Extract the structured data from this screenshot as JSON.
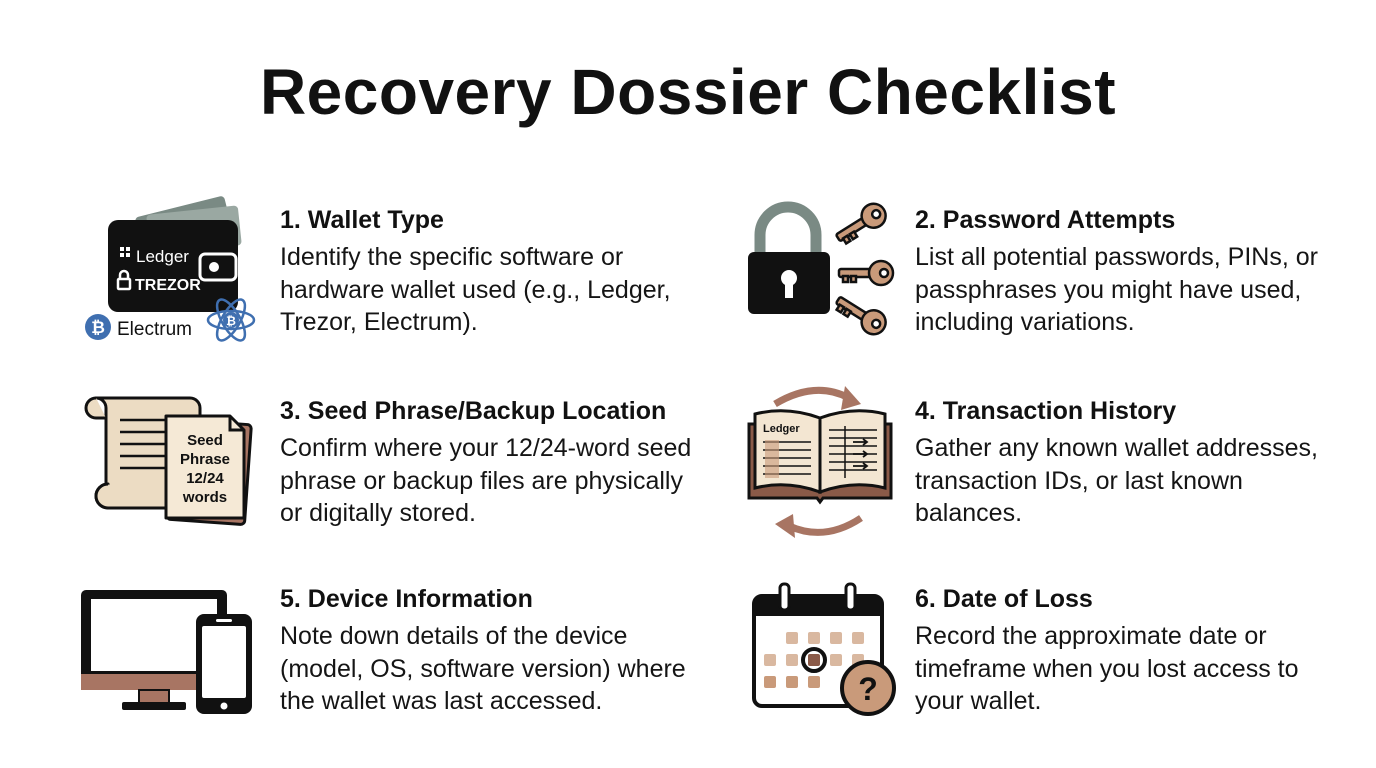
{
  "title": "Recovery Dossier Checklist",
  "colors": {
    "accent_tan": "#c99a7a",
    "dark": "#111111",
    "paper": "#ecdcc3",
    "brown": "#a87563",
    "steel_gray": "#7a8a84"
  },
  "items": [
    {
      "heading": "1. Wallet Type",
      "body": "Identify the specific software or hardware wallet used (e.g., Ledger, Trezor, Electrum).",
      "icon": "wallet-icon",
      "icon_labels": {
        "ledger": "Ledger",
        "trezor": "TREZOR",
        "electrum": "Electrum"
      }
    },
    {
      "heading": "2. Password Attempts",
      "body": "List all potential passwords, PINs, or passphrases you might have used, including variations.",
      "icon": "padlock-keys-icon"
    },
    {
      "heading": "3. Seed Phrase/Backup Location",
      "body": "Confirm where your 12/24-word seed phrase or backup files are physically or digitally stored.",
      "icon": "scroll-document-icon",
      "icon_labels": {
        "line1": "Seed",
        "line2": "Phrase",
        "line3": "12/24",
        "line4": "words"
      }
    },
    {
      "heading": "4. Transaction History",
      "body": "Gather any known wallet addresses, transaction IDs, or last known balances.",
      "icon": "ledger-book-icon",
      "icon_labels": {
        "ledger": "Ledger"
      }
    },
    {
      "heading": "5. Device Information",
      "body": "Note down details of the device (model, OS, software version) where the wallet was last accessed.",
      "icon": "monitor-phone-icon"
    },
    {
      "heading": "6. Date of Loss",
      "body": "Record the approximate date or timeframe when you lost access to your wallet.",
      "icon": "calendar-question-icon",
      "icon_labels": {
        "question": "?"
      }
    }
  ]
}
